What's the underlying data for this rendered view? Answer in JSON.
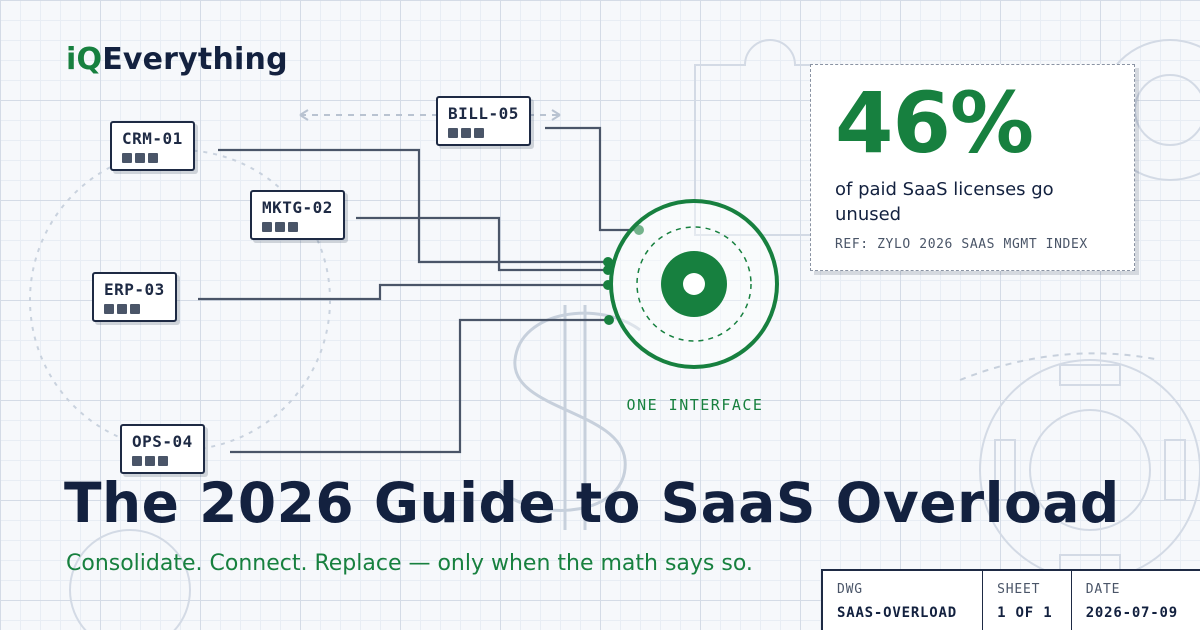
{
  "brand": {
    "prefix": "iQ",
    "suffix": "Everything"
  },
  "systems": [
    {
      "label": "CRM-01"
    },
    {
      "label": "MKTG-02"
    },
    {
      "label": "ERP-03"
    },
    {
      "label": "OPS-04"
    },
    {
      "label": "BILL-05"
    }
  ],
  "hub": {
    "label": "ONE INTERFACE"
  },
  "stat": {
    "value": "46%",
    "text": "of paid SaaS licenses go unused",
    "ref": "REF: ZYLO 2026 SAAS MGMT INDEX"
  },
  "headline": "The 2026 Guide to SaaS Overload",
  "subheadline": "Consolidate. Connect. Replace — only when the math says so.",
  "titleblock": {
    "dwg_label": "DWG",
    "dwg_value": "SAAS-OVERLOAD",
    "sheet_label": "SHEET",
    "sheet_value": "1 OF 1",
    "date_label": "DATE",
    "date_value": "2026-07-09"
  },
  "colors": {
    "accent": "#17803f",
    "ink": "#13213f",
    "line": "#4a5568",
    "grid": "#d4dbe6"
  },
  "icons": [
    "gear-icon",
    "dollar-icon",
    "puzzle-icon",
    "hub-target-icon"
  ]
}
